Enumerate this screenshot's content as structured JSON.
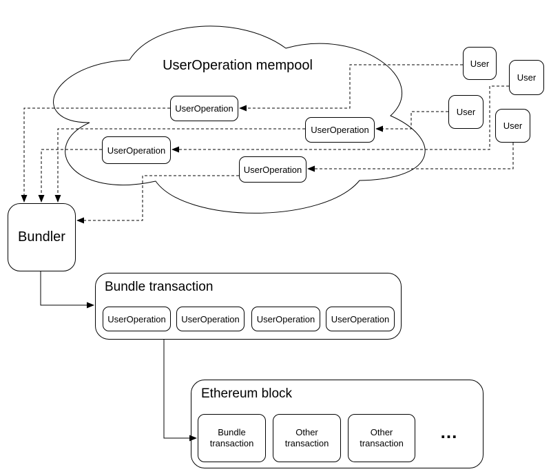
{
  "mempool": {
    "title": "UserOperation mempool",
    "operations": [
      "UserOperation",
      "UserOperation",
      "UserOperation",
      "UserOperation"
    ]
  },
  "users": [
    {
      "label": "User"
    },
    {
      "label": "User"
    },
    {
      "label": "User"
    },
    {
      "label": "User"
    }
  ],
  "bundler": {
    "label": "Bundler"
  },
  "bundle_transaction": {
    "title": "Bundle transaction",
    "operations": [
      "UserOperation",
      "UserOperation",
      "UserOperation",
      "UserOperation"
    ]
  },
  "ethereum_block": {
    "title": "Ethereum block",
    "transactions": [
      {
        "line1": "Bundle",
        "line2": "transaction"
      },
      {
        "line1": "Other",
        "line2": "transaction"
      },
      {
        "line1": "Other",
        "line2": "transaction"
      }
    ],
    "ellipsis": "..."
  },
  "style": {
    "stroke": "#000000",
    "fill": "#ffffff"
  }
}
